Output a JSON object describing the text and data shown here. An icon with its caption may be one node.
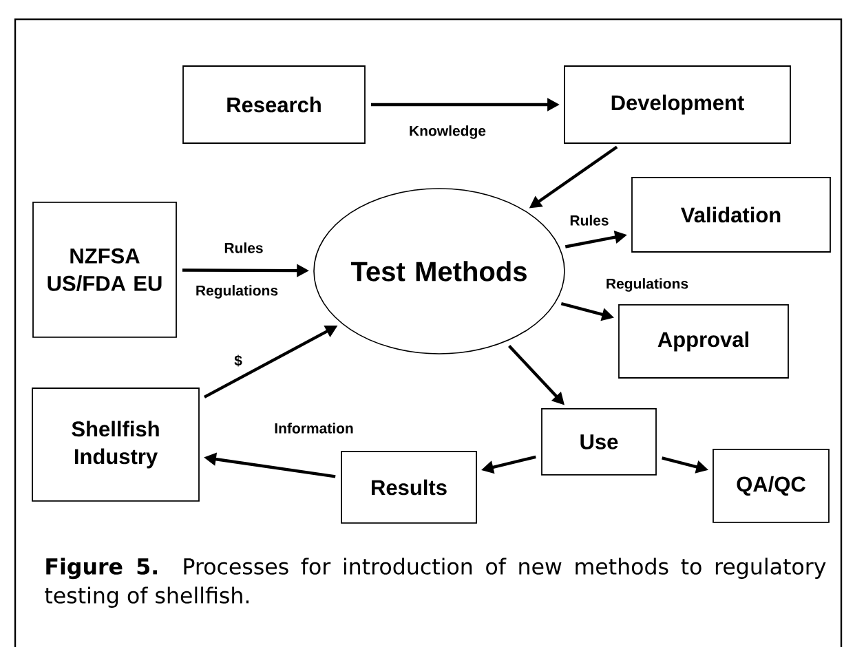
{
  "diagram": {
    "caption": "**Figure 5.** Processes for introduction of new methods to regulatory testing of shellfish.",
    "nodes": [
      {
        "text": [
          "Research"
        ]
      },
      {
        "text": [
          "Development"
        ]
      },
      {
        "text": [
          "NZFSA US/FDA EU"
        ]
      },
      {
        "text": [
          "Test Methods"
        ]
      },
      {
        "text": [
          "Validation"
        ]
      },
      {
        "text": [
          "Approval"
        ]
      },
      {
        "text": [
          "Shellfish Industry"
        ]
      },
      {
        "text": [
          "Use"
        ]
      },
      {
        "text": [
          "Results"
        ]
      },
      {
        "text": [
          "QA/QC"
        ]
      }
    ],
    "edges": [
      {
        "from": 0,
        "to": 1,
        "arrow": "to",
        "label": "Knowledge"
      },
      {
        "from": 1,
        "to": 3,
        "arrow": "to"
      },
      {
        "from": 2,
        "to": 3,
        "arrow": "to",
        "label": "Rules"
      },
      {
        "from": 3,
        "to": 4,
        "arrow": "to",
        "label": "Rules"
      },
      {
        "from": 3,
        "to": 5,
        "arrow": "to",
        "label": "Regulations"
      },
      {
        "from": 3,
        "to": 7,
        "arrow": "to"
      },
      {
        "from": 7,
        "to": 8,
        "arrow": "to"
      },
      {
        "from": 7,
        "to": 9,
        "arrow": "to"
      },
      {
        "from": 8,
        "to": 6,
        "arrow": "to",
        "label": "Information"
      },
      {
        "from": 6,
        "to": 3,
        "arrow": "to",
        "label": "$"
      }
    ],
    "labels": [
      "Regulations"
    ]
  }
}
